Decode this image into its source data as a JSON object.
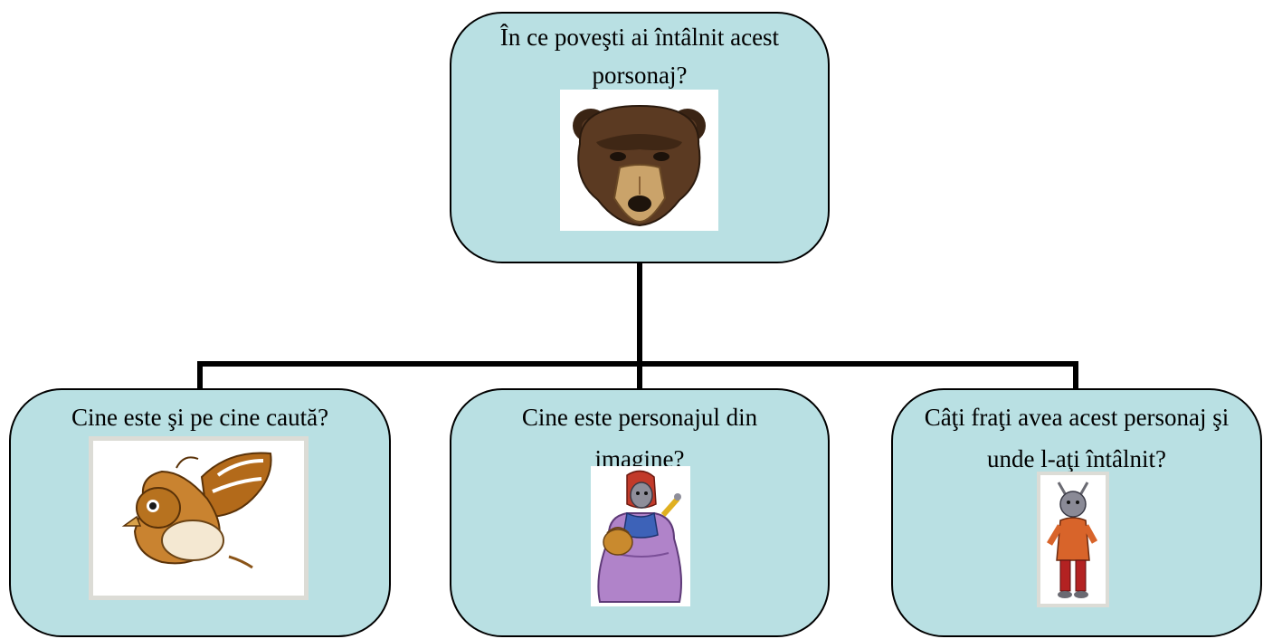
{
  "diagram": {
    "top": {
      "line1": "În ce poveşti ai întâlnit acest",
      "line2": "porsonaj?",
      "image_icon": "bear-face-mask"
    },
    "left": {
      "line1": "Cine este şi pe cine caută?",
      "image_icon": "flying-sparrow"
    },
    "middle": {
      "line1": "Cine este personajul din",
      "line2": "imagine?",
      "image_icon": "goat-in-purple-dress-with-basket"
    },
    "right": {
      "line1": "Câţi fraţi avea acest personaj şi",
      "line2": "unde l-aţi întâlnit?",
      "image_icon": "young-goat-in-orange-outfit"
    }
  },
  "colors": {
    "box_fill": "#b9e0e3",
    "connector": "#000000"
  }
}
